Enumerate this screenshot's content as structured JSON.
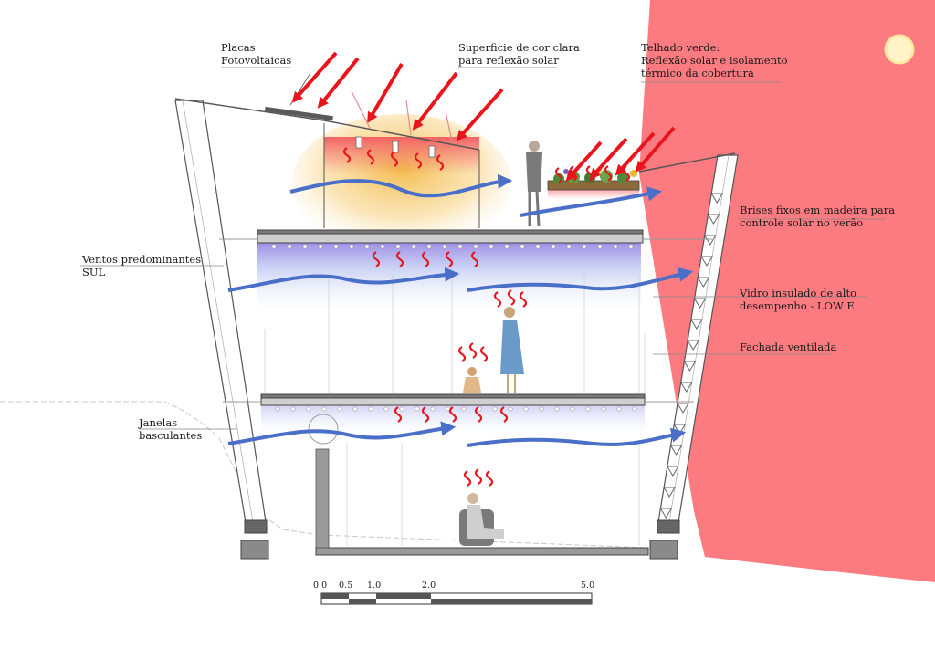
{
  "labels": {
    "placas": [
      "Placas",
      "Fotovoltaicas"
    ],
    "superficie": [
      "Superficie de cor clara",
      "para reflexão solar"
    ],
    "telhado": [
      "Telhado verde:",
      "Reflexão solar e isolamento",
      "térmico da cobertura"
    ],
    "brises": [
      "Brises fixos em madeira para",
      "controle solar no verão"
    ],
    "ventos": [
      "Ventos predominantes",
      "SUL"
    ],
    "vidro": [
      "Vidro insulado de alto",
      "desempenho - LOW E"
    ],
    "fachada": [
      "Fachada ventilada"
    ],
    "janelas": [
      "Janelas",
      "basculantes"
    ]
  },
  "scale": {
    "ticks": [
      "0.0",
      "0.5",
      "1.0",
      "2.0",
      "5.0"
    ]
  },
  "colors": {
    "sun_zone": "#fc7b80",
    "sun": "#fff5c8",
    "sun_ray": "#e8161c",
    "wind": "#4a6fc9",
    "heat": "#e8161c",
    "structure": "#555555"
  }
}
